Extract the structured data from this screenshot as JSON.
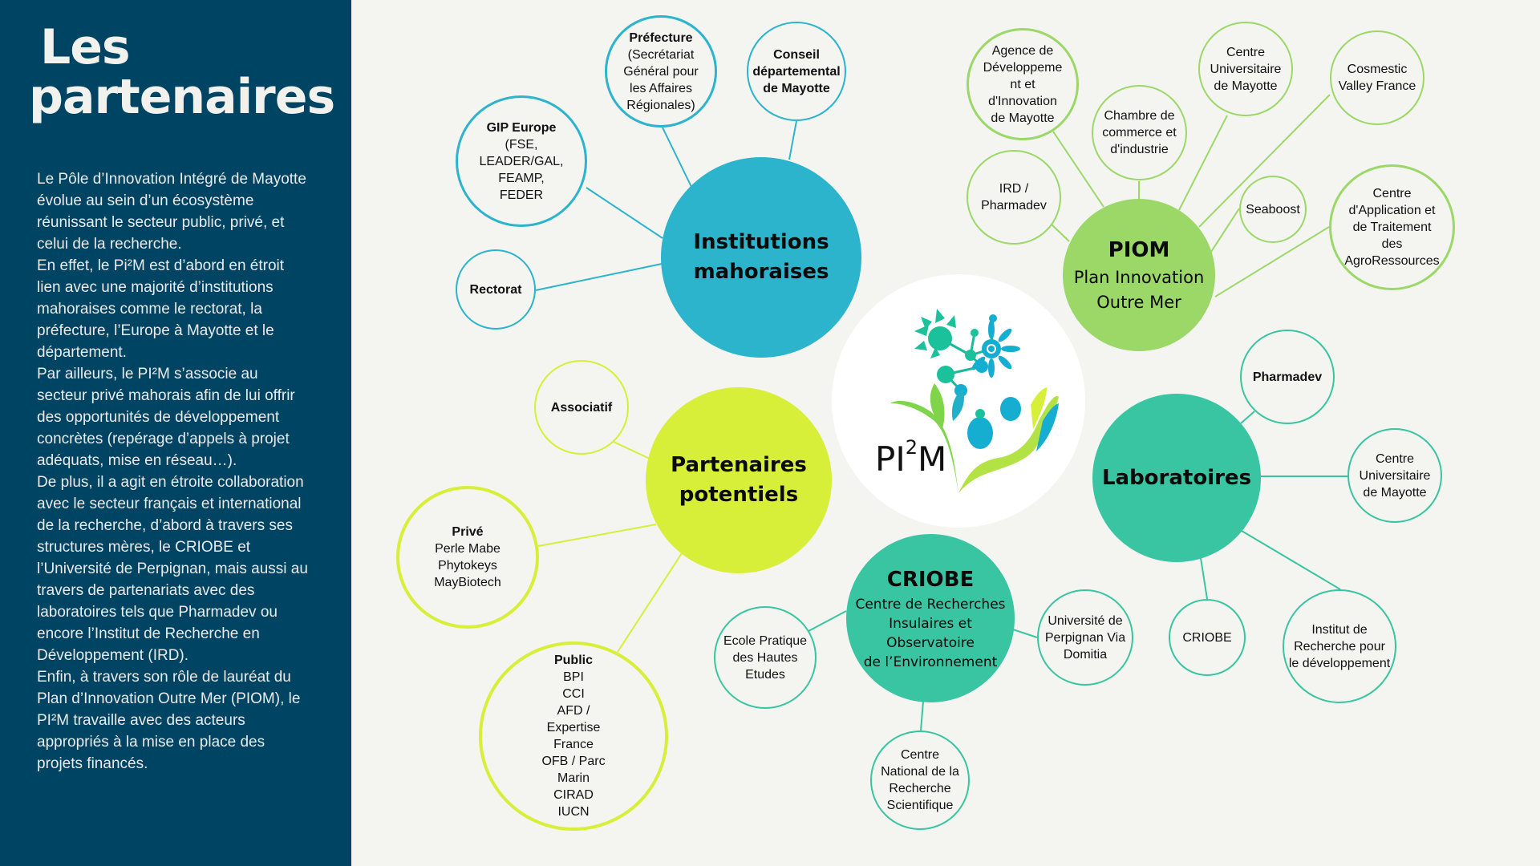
{
  "sidebar": {
    "title_line1": "Les",
    "title_line2": "partenaires",
    "paragraphs": [
      "Le Pôle d’Innovation Intégré de Mayotte évolue au sein d’un écosystème réunissant le secteur public, privé, et celui de la recherche.",
      "En effet, le Pi²M est d’abord en étroit lien avec une majorité d’institutions mahoraises comme le rectorat, la préfecture, l’Europe à Mayotte et le département.",
      "Par ailleurs, le PI²M s’associe au secteur privé mahorais afin de lui offrir des opportunités de développement concrètes (repérage d’appels à projet adéquats, mise en réseau…).",
      "De plus, il a agit en étroite collaboration avec le secteur français et international de la recherche, d’abord à travers ses structures mères, le CRIOBE et l’Université de Perpignan, mais aussi au travers de partenariats avec des laboratoires tels que Pharmadev ou encore l’Institut de Recherche en Développement (IRD).",
      "Enfin, à travers son rôle de lauréat du Plan d’Innovation Outre Mer (PIOM), le PI²M travaille avec des acteurs appropriés à la mise en place des projets financés."
    ]
  },
  "colors": {
    "sidebar_bg": "#004463",
    "background": "#f4f4f1",
    "institutions": "#2bb4cb",
    "piom": "#9bd868",
    "partenaires": "#d7ef38",
    "laboratoires": "#39c5a1",
    "criobe": "#39c5a1"
  },
  "logo": {
    "text": "PI",
    "sup": "2",
    "text_end": "M",
    "icon": "plant-hand-molecule-logo"
  },
  "hubs": {
    "institutions": {
      "title_line1": "Institutions",
      "title_line2": "mahoraises"
    },
    "piom": {
      "title": "PIOM",
      "sub_line1": "Plan Innovation",
      "sub_line2": "Outre Mer"
    },
    "partenaires": {
      "title_line1": "Partenaires",
      "title_line2": "potentiels"
    },
    "laboratoires": {
      "title": "Laboratoires"
    },
    "criobe": {
      "title": "CRIOBE",
      "sub_line1": "Centre de Recherches",
      "sub_line2": "Insulaires et Observatoire",
      "sub_line3": "de l’Environnement"
    }
  },
  "institutions_nodes": {
    "prefecture": {
      "title": "Préfecture",
      "lines": [
        "(Secrétariat",
        "Général pour",
        "les Affaires",
        "Régionales)"
      ]
    },
    "conseil": {
      "lines": [
        "Conseil",
        "départemental",
        "de Mayotte"
      ]
    },
    "gip": {
      "title": "GIP Europe",
      "lines": [
        "(FSE,",
        "LEADER/GAL,",
        "FEAMP,",
        "FEDER"
      ]
    },
    "rectorat": {
      "title": "Rectorat"
    }
  },
  "piom_nodes": {
    "agence": {
      "lines": [
        "Agence de",
        "Développeme",
        "nt et",
        "d'Innovation",
        "de Mayotte"
      ]
    },
    "chambre": {
      "lines": [
        "Chambre de",
        "commerce et",
        "d'industrie"
      ]
    },
    "ird": {
      "lines": [
        "IRD /",
        "Pharmadev"
      ]
    },
    "centre_univ": {
      "lines": [
        "Centre",
        "Universitaire",
        "de Mayotte"
      ]
    },
    "cosmestic": {
      "lines": [
        "Cosmestic",
        "Valley France"
      ]
    },
    "seaboost": {
      "lines": [
        "Seaboost"
      ]
    },
    "catar": {
      "lines": [
        "Centre",
        "d'Application et",
        "de Traitement",
        "des",
        "AgroRessources"
      ]
    }
  },
  "partenaires_nodes": {
    "associatif": {
      "title": "Associatif"
    },
    "prive": {
      "title": "Privé",
      "lines": [
        "Perle Mabe",
        "Phytokeys",
        "MayBiotech"
      ]
    },
    "public": {
      "title": "Public",
      "lines": [
        "BPI",
        "CCI",
        "AFD /",
        "Expertise",
        "France",
        "OFB / Parc",
        "Marin",
        "CIRAD",
        "IUCN"
      ]
    }
  },
  "criobe_nodes": {
    "ecole": {
      "lines": [
        "Ecole Pratique",
        "des Hautes",
        "Etudes"
      ]
    },
    "perpignan": {
      "lines": [
        "Université de",
        "Perpignan Via",
        "Domitia"
      ]
    },
    "cnrs": {
      "lines": [
        "Centre",
        "National de la",
        "Recherche",
        "Scientifique"
      ]
    }
  },
  "laboratoires_nodes": {
    "pharmadev": {
      "title": "Pharmadev"
    },
    "centre_univ": {
      "lines": [
        "Centre",
        "Universitaire",
        "de Mayotte"
      ]
    },
    "criobe": {
      "lines": [
        "CRIOBE"
      ]
    },
    "institut": {
      "lines": [
        "Institut de",
        "Recherche pour",
        "le développement"
      ]
    }
  }
}
